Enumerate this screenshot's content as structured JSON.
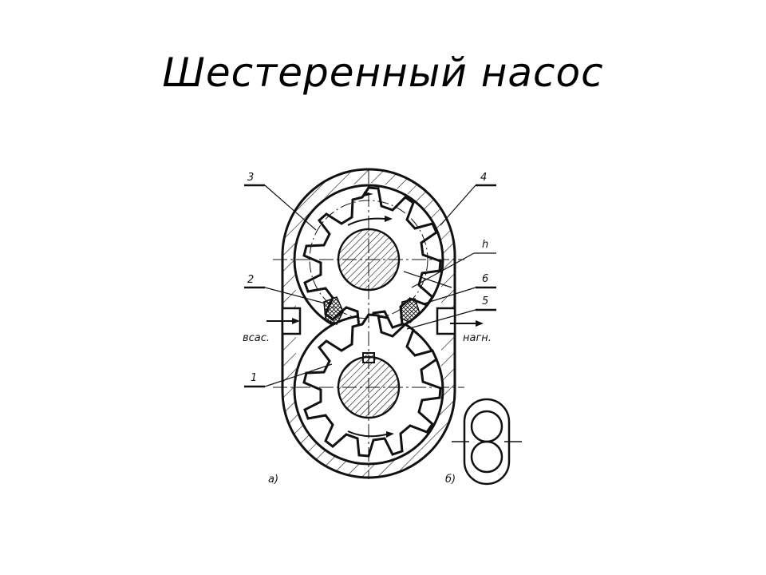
{
  "slide": {
    "title": "Шестеренный насос"
  },
  "diagram": {
    "labels": {
      "callout_1": "1",
      "callout_2": "2",
      "callout_3": "3",
      "callout_4": "4",
      "callout_5": "5",
      "callout_6": "6",
      "callout_h": "h",
      "inlet": "всас.",
      "outlet": "нагн.",
      "view_a": "а)",
      "view_b": "б)"
    },
    "colors": {
      "line": "#111111",
      "background": "#ffffff"
    }
  }
}
